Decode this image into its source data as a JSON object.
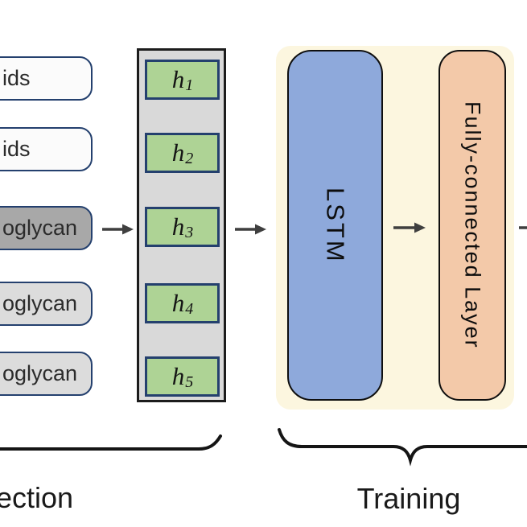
{
  "colors": {
    "panel_bg": "#fcf6df",
    "lstm_fill": "#8ea9db",
    "fc_fill": "#f3c9a9",
    "hidden_fill": "#aed395",
    "column_fill": "#d9d9d9",
    "navy_border": "#24406e",
    "input_white": "#fbfbfb",
    "input_dark": "#a8a8a8",
    "input_light": "#dcdcdc"
  },
  "inputs": [
    {
      "label": "ids",
      "variant": "white"
    },
    {
      "label": "ids",
      "variant": "white"
    },
    {
      "label": "oglycan",
      "variant": "dark"
    },
    {
      "label": "oglycan",
      "variant": "light"
    },
    {
      "label": "oglycan",
      "variant": "light"
    }
  ],
  "hidden": [
    {
      "base": "h",
      "sub": "1"
    },
    {
      "base": "h",
      "sub": "2"
    },
    {
      "base": "h",
      "sub": "3"
    },
    {
      "base": "h",
      "sub": "4"
    },
    {
      "base": "h",
      "sub": "5"
    }
  ],
  "training": {
    "lstm_label": "LSTM",
    "fc_label": "Fully-connected Layer"
  },
  "captions": {
    "left_partial": "ection",
    "right": "Training"
  }
}
